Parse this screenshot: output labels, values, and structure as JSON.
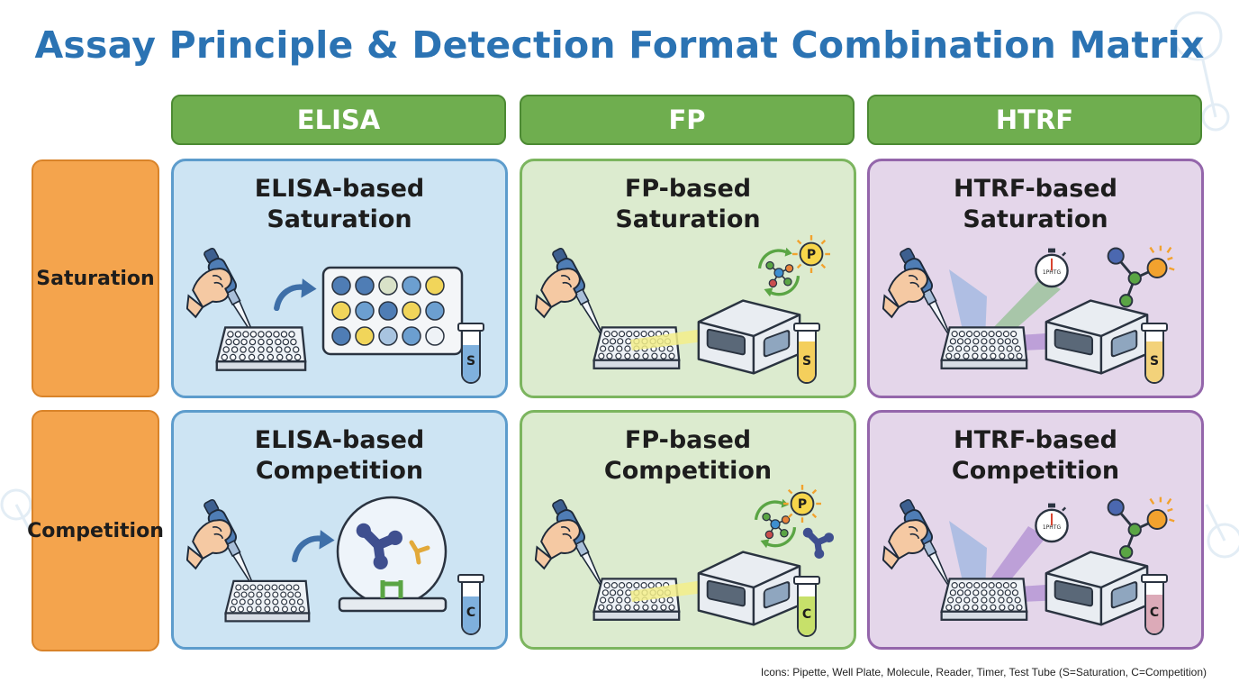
{
  "title": "Assay Principle & Detection Format Combination Matrix",
  "columns": [
    "ELISA",
    "FP",
    "HTRF"
  ],
  "rows": [
    "Saturation",
    "Competition"
  ],
  "cells": [
    [
      {
        "line1": "ELISA-based",
        "line2": "Saturation",
        "tube_label": "S"
      },
      {
        "line1": "FP-based",
        "line2": "Saturation",
        "tube_label": "S",
        "badge": "P"
      },
      {
        "line1": "HTRF-based",
        "line2": "Saturation",
        "tube_label": "S",
        "timer_label": "1PHTG"
      }
    ],
    [
      {
        "line1": "ELISA-based",
        "line2": "Competition",
        "tube_label": "C"
      },
      {
        "line1": "FP-based",
        "line2": "Competition",
        "tube_label": "C",
        "badge": "P"
      },
      {
        "line1": "HTRF-based",
        "line2": "Competition",
        "tube_label": "C",
        "timer_label": "1PHTG"
      }
    ]
  ],
  "footer": "Icons: Pipette, Well Plate, Molecule, Reader, Timer, Test Tube (S=Saturation, C=Competition)",
  "colors": {
    "title": "#2b73b3",
    "column_header": "#6fae4f",
    "row_header": "#f4a44d",
    "elisa_panel": "#cde4f3",
    "fp_panel": "#dcebcf",
    "htrf_panel": "#e4d6ea"
  },
  "icons": [
    "pipette-icon",
    "well-plate-icon",
    "molecule-icon",
    "reader-icon",
    "timer-icon",
    "test-tube-icon"
  ]
}
